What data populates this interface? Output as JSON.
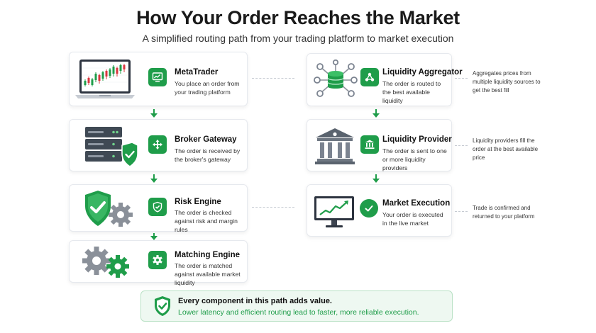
{
  "title": "How Your Order Reaches the Market",
  "subtitle": "A simplified routing path from your trading platform to market execution",
  "left_steps": [
    {
      "title": "MetaTrader",
      "desc": "You place an order from your trading platform",
      "icon": "chart-monitor-icon"
    },
    {
      "title": "Broker Gateway",
      "desc": "The order is received by the broker's gateway",
      "icon": "arrows-move-icon"
    },
    {
      "title": "Risk Engine",
      "desc": "The order is checked against risk and margin rules",
      "icon": "shield-check-icon"
    },
    {
      "title": "Matching Engine",
      "desc": "The order is matched against available market liquidity",
      "icon": "gear-icon"
    }
  ],
  "right_steps": [
    {
      "title": "Liquidity Aggregator",
      "desc": "The order is routed to the best available liquidity",
      "icon": "network-nodes-icon"
    },
    {
      "title": "Liquidity Provider",
      "desc": "The order is sent to one or more liquidity providers",
      "icon": "bank-icon"
    },
    {
      "title": "Market Execution",
      "desc": "Your order is executed in the live market",
      "icon": "checkmark-circle-icon"
    }
  ],
  "side_notes": [
    "Aggregates prices from multiple liquidity sources to get the best fill",
    "Liquidity providers fill the order at the best available price",
    "Trade is confirmed and returned to your platform"
  ],
  "callout": {
    "line1": "Every component in this path adds value.",
    "line2": "Lower latency and efficient routing lead to faster, more reliable execution."
  },
  "colors": {
    "accent": "#1f9d4a",
    "card_border": "#e6e9ee",
    "dark_steel": "#3f4954"
  }
}
